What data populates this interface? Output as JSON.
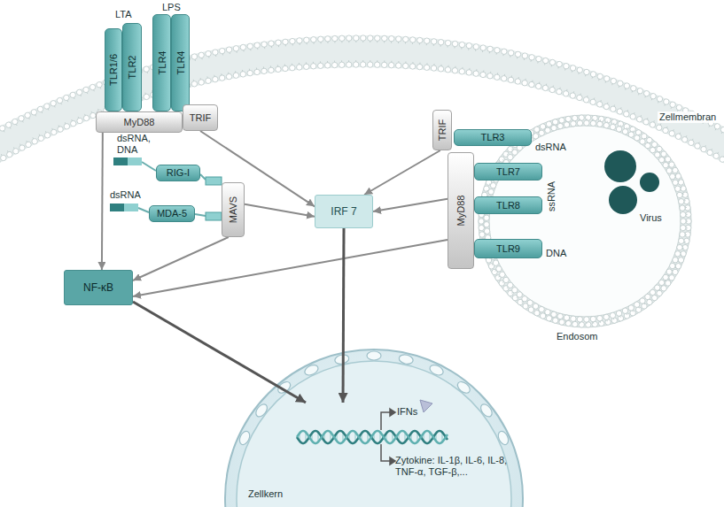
{
  "diagram": {
    "nodes": [
      {
        "text": [
          "TLR1/6"
        ]
      },
      {
        "text": [
          "TLR2"
        ]
      },
      {
        "text": [
          "TLR4"
        ]
      },
      {
        "text": [
          "TLR4"
        ]
      },
      {
        "text": [
          "MyD88"
        ]
      },
      {
        "text": [
          "TRIF"
        ]
      },
      {
        "text": [
          "RIG-I"
        ]
      },
      {
        "text": [
          "MDA-5"
        ]
      },
      {
        "text": [
          "MAVS"
        ]
      },
      {
        "text": [
          "IRF 7"
        ]
      },
      {
        "text": [
          "TRIF"
        ]
      },
      {
        "text": [
          "TLR3"
        ]
      },
      {
        "text": [
          "MyD88"
        ]
      },
      {
        "text": [
          "TLR7"
        ]
      },
      {
        "text": [
          "TLR8"
        ]
      },
      {
        "text": [
          "TLR9"
        ]
      },
      {
        "text": [
          "NF-κB"
        ]
      },
      {
        "text": [
          "Zellkern"
        ]
      }
    ],
    "edges": [
      {
        "from": 4,
        "to": 16,
        "arrow": "to"
      },
      {
        "from": 5,
        "to": 9,
        "arrow": "to"
      },
      {
        "from": 8,
        "to": 9,
        "arrow": "to"
      },
      {
        "from": 8,
        "to": 16,
        "arrow": "to"
      },
      {
        "from": 10,
        "to": 9,
        "arrow": "to"
      },
      {
        "from": 12,
        "to": 9,
        "arrow": "to"
      },
      {
        "from": 12,
        "to": 16,
        "arrow": "to"
      },
      {
        "from": 16,
        "to": 17,
        "arrow": "to"
      },
      {
        "from": 9,
        "to": 17,
        "arrow": "to"
      }
    ],
    "labels": [
      "LTA",
      "LPS",
      "dsRNA, DNA",
      "dsRNA",
      "Zellmembran",
      "dsRNA",
      "ssRNA",
      "DNA",
      "Virus",
      "Endosom",
      "IFNs",
      "Zytokine: IL-1β, IL-6, IL-8, TNF-α, TGF-β,..."
    ]
  }
}
